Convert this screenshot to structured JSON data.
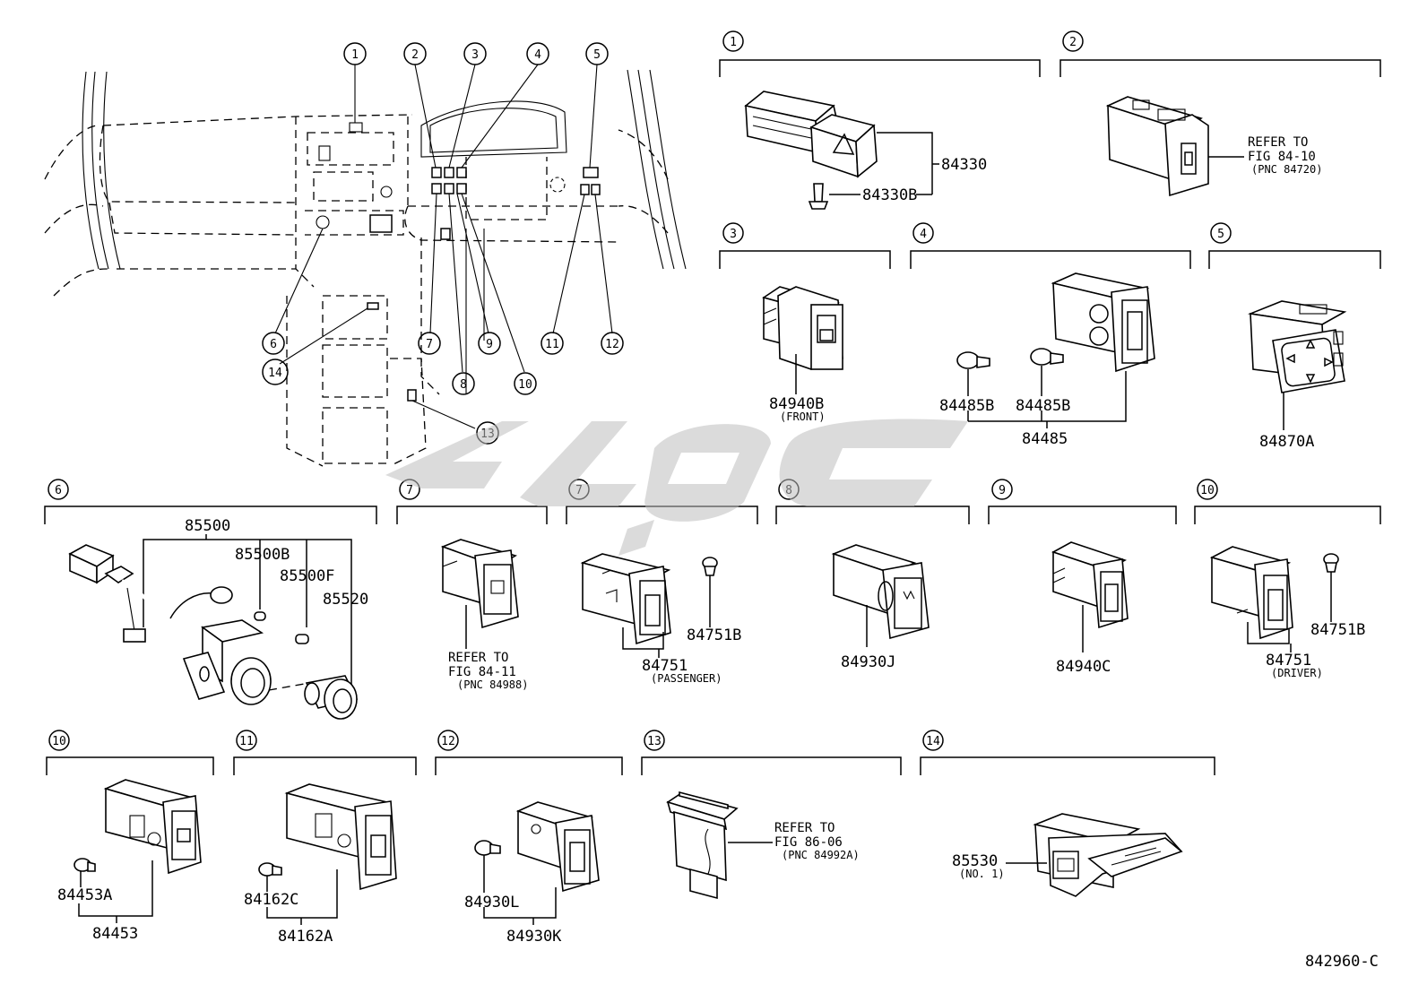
{
  "diagram_id": "842960-C",
  "overview_callouts": [
    "1",
    "2",
    "3",
    "4",
    "5",
    "6",
    "7",
    "8",
    "9",
    "10",
    "11",
    "12",
    "13",
    "14"
  ],
  "sections": {
    "s1": {
      "num": "1",
      "parts": [
        "84330",
        "84330B"
      ]
    },
    "s2": {
      "num": "2",
      "ref": [
        "REFER TO",
        "FIG 84-10"
      ],
      "ref_pnc": "(PNC 84720)"
    },
    "s3": {
      "num": "3",
      "parts": [
        "84940B"
      ],
      "note": "(FRONT)"
    },
    "s4": {
      "num": "4",
      "parts": [
        "84485B",
        "84485B",
        "84485"
      ]
    },
    "s5": {
      "num": "5",
      "parts": [
        "84870A"
      ]
    },
    "s6": {
      "num": "6",
      "parts": [
        "85500",
        "85500B",
        "85500F",
        "85520"
      ]
    },
    "s7a": {
      "num": "7",
      "ref": [
        "REFER TO",
        "FIG 84-11"
      ],
      "ref_pnc": "(PNC 84988)"
    },
    "s7b": {
      "num": "7",
      "parts": [
        "84751B",
        "84751"
      ],
      "note": "(PASSENGER)"
    },
    "s8": {
      "num": "8",
      "parts": [
        "84930J"
      ]
    },
    "s9": {
      "num": "9",
      "parts": [
        "84940C"
      ]
    },
    "s10a": {
      "num": "10",
      "parts": [
        "84751B",
        "84751"
      ],
      "note": "(DRIVER)"
    },
    "s10b": {
      "num": "10",
      "parts": [
        "84453A",
        "84453"
      ]
    },
    "s11": {
      "num": "11",
      "parts": [
        "84162C",
        "84162A"
      ]
    },
    "s12": {
      "num": "12",
      "parts": [
        "84930L",
        "84930K"
      ]
    },
    "s13": {
      "num": "13",
      "ref": [
        "REFER TO",
        "FIG 86-06"
      ],
      "ref_pnc": "(PNC 84992A)"
    },
    "s14": {
      "num": "14",
      "parts": [
        "85530"
      ],
      "note": "(NO. 1)"
    }
  }
}
